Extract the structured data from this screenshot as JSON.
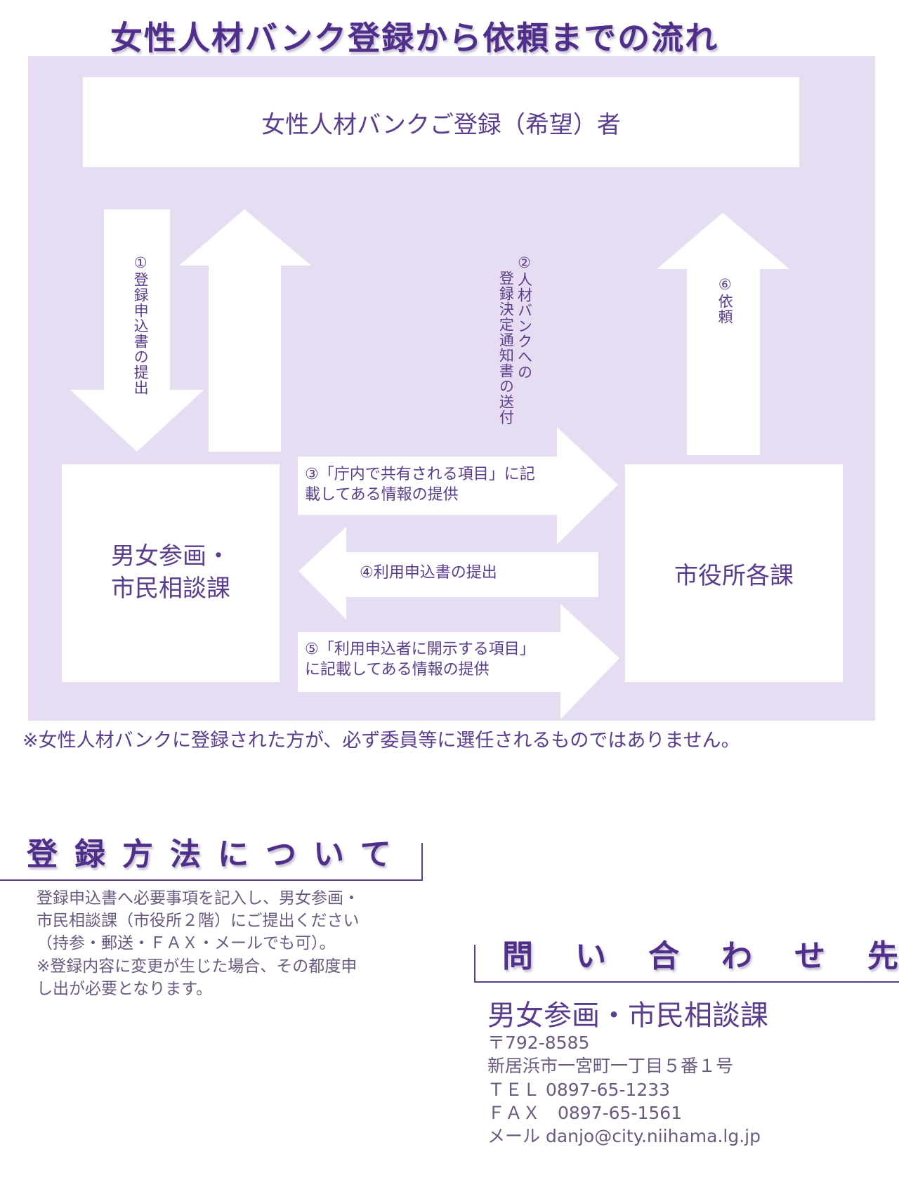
{
  "title": "女性人材バンク登録から依頼までの流れ",
  "flow": {
    "top_box": "女性人材バンクご登録（希望）者",
    "left_box_lines": [
      "男女参画・",
      "市民相談課"
    ],
    "right_box": "市役所各課",
    "steps": {
      "step1": "①登録申込書の提出",
      "step2_line1": "②人材バンクへの",
      "step2_line2": "登録決定通知書の送付",
      "step3_line1": "③「庁内で共有される項目」に記",
      "step3_line2": "載してある情報の提供",
      "step4": "④利用申込書の提出",
      "step5_line1": "⑤「利用申込者に開示する項目」",
      "step5_line2": "に記載してある情報の提供",
      "step6": "⑥依頼"
    }
  },
  "note": "※女性人材バンクに登録された方が、必ず委員等に選任されるものではありません。",
  "method": {
    "heading": "登録方法について",
    "lines": [
      "登録申込書へ必要事項を記入し、男女参画・",
      "市民相談課（市役所２階）にご提出ください",
      "（持参・郵送・ＦＡＸ・メールでも可）。",
      "※登録内容に変更が生じた場合、その都度申",
      "し出が必要となります。"
    ]
  },
  "contact": {
    "heading": "問い合わせ先",
    "department": "男女参画・市民相談課",
    "postal": "〒792-8585",
    "address": "新居浜市一宮町一丁目５番１号",
    "tel": "ＴＥＬ 0897-65-1233",
    "fax": "ＦＡＸ　0897-65-1561",
    "email": "メール danjo@city.niihama.lg.jp"
  },
  "colors": {
    "panel": "#e6ddf2",
    "text": "#5a3d8c",
    "heading": "#4f2f8a"
  }
}
